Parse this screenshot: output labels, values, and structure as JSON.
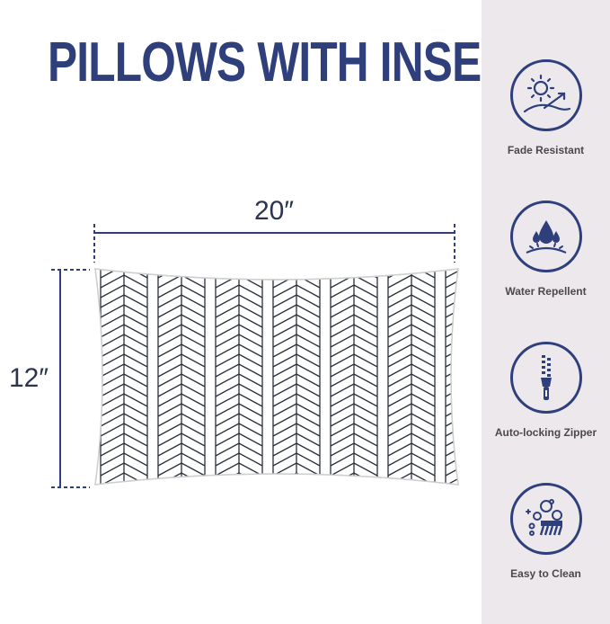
{
  "title": "PILLOWS WITH INSERTS",
  "dimensions": {
    "width_label": "20″",
    "height_label": "12″"
  },
  "colors": {
    "brand_navy": "#2e3f7c",
    "panel_bg": "#ece8ec",
    "label_gray": "#4a4a4a"
  },
  "features": [
    {
      "label": "Fade Resistant",
      "icon": "sun-fade-icon"
    },
    {
      "label": "Water Repellent",
      "icon": "water-drops-icon"
    },
    {
      "label": "Auto-locking Zipper",
      "icon": "zipper-icon"
    },
    {
      "label": "Easy to Clean",
      "icon": "brush-bubbles-icon"
    }
  ]
}
